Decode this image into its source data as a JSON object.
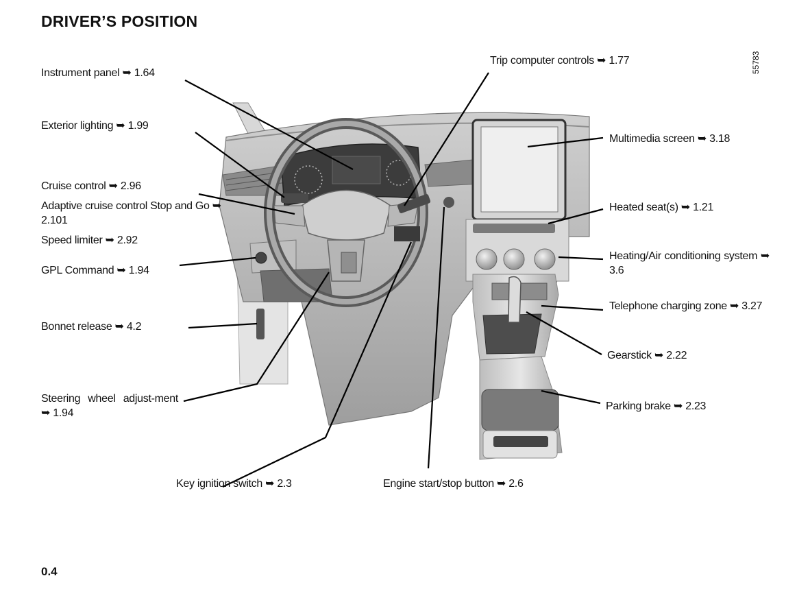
{
  "page": {
    "title": "DRIVER’S POSITION",
    "reference": "55783",
    "page_number": "0.4"
  },
  "callouts": {
    "instrument_panel": "Instrument panel ➥ 1.64",
    "exterior_lighting": "Exterior lighting ➥ 1.99",
    "cruise_control": "Cruise control ➥ 2.96",
    "adaptive_cruise": "Adaptive cruise control Stop and Go ➥ 2.101",
    "speed_limiter": "Speed limiter ➥ 2.92",
    "gpl_command": "GPL Command ➥ 1.94",
    "bonnet_release": "Bonnet release ➥ 4.2",
    "steering_adjust": "Steering wheel adjust-ment ➥ 1.94",
    "key_ignition": "Key ignition switch ➥ 2.3",
    "engine_start_stop": "Engine start/stop button ➥ 2.6",
    "trip_computer": "Trip computer controls ➥ 1.77",
    "multimedia_screen": "Multimedia screen  ➥ 3.18",
    "heated_seats": "Heated seat(s) ➥ 1.21",
    "heating_ac": "Heating/Air conditioning system ➥ 3.6",
    "phone_charging": "Telephone charging zone ➥ 3.27",
    "gearstick": "Gearstick ➥ 2.22",
    "parking_brake": "Parking brake ➥ 2.23"
  }
}
